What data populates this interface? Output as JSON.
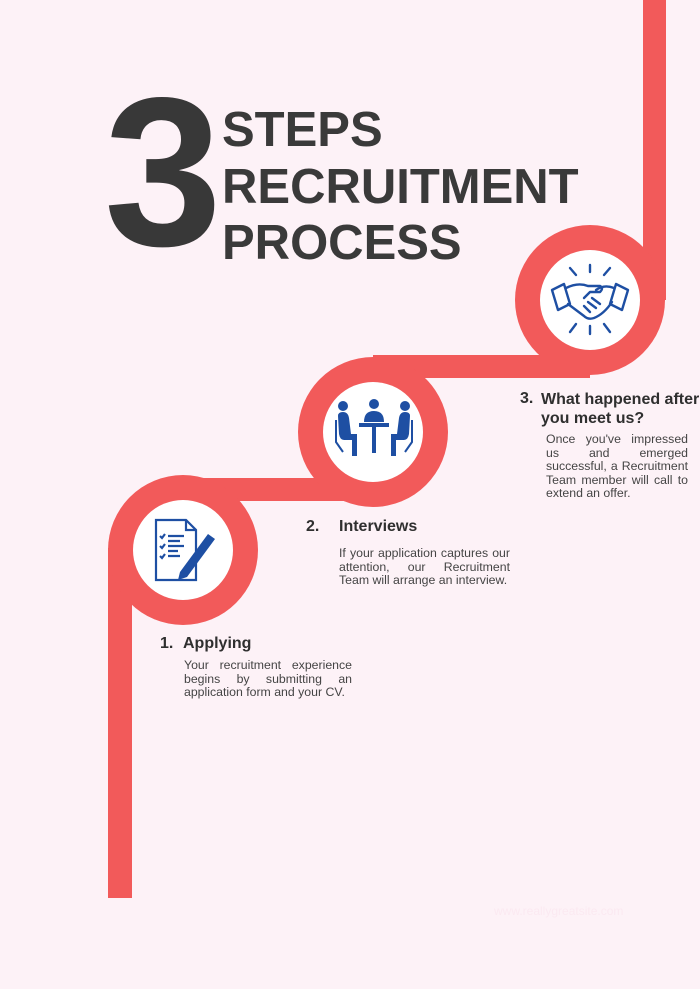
{
  "title": {
    "number": "3",
    "line1": "STEPS",
    "line2": "RECRUITMENT",
    "line3": "PROCESS"
  },
  "colors": {
    "path": "#f25a5a",
    "icon": "#1e4fa3",
    "background": "#fdf2f7"
  },
  "steps": [
    {
      "number": "1.",
      "title": "Applying",
      "body": "Your recruitment experience begins by submitting an application form and your CV.",
      "icon": "document-pen-icon"
    },
    {
      "number": "2.",
      "title": "Interviews",
      "body": "If your application captures our attention, our Recruitment Team will arrange an interview.",
      "icon": "meeting-icon"
    },
    {
      "number": "3.",
      "title": "What happened after you meet us?",
      "body": "Once you've impressed us and emerged successful, a Recruitment Team member will call to extend an offer.",
      "icon": "handshake-icon"
    }
  ],
  "watermark": "www.reallygreatsite.com"
}
